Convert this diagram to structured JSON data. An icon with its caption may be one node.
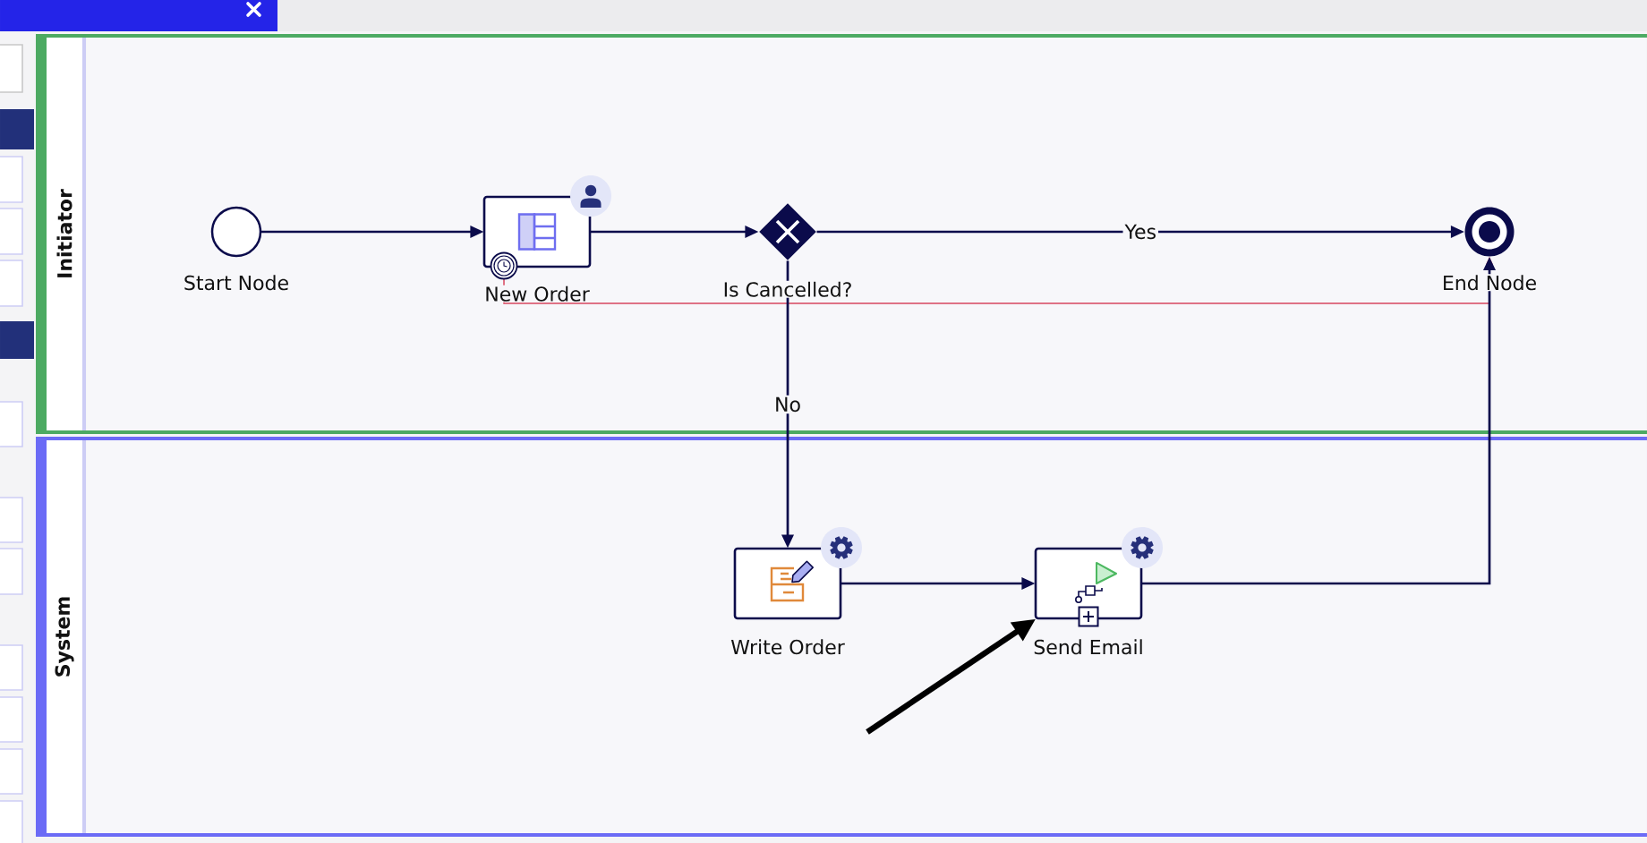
{
  "diagram": {
    "nodes": [
      {
        "text": [
          "Initiator"
        ]
      },
      {
        "text": [
          "System"
        ]
      },
      {
        "text": [
          "Start Node"
        ],
        "in": 0
      },
      {
        "text": [
          "New Order"
        ],
        "in": 0
      },
      {
        "text": [],
        "shape": "circle",
        "in": 3
      },
      {
        "text": [
          "Is Cancelled?"
        ],
        "in": 0
      },
      {
        "text": [
          "End Node"
        ],
        "in": 0
      },
      {
        "text": [
          "Write Order"
        ],
        "in": 1
      },
      {
        "text": [
          "Send Email"
        ],
        "in": 1
      }
    ],
    "edges": [
      {
        "from": 2,
        "to": 3,
        "arrow": "to"
      },
      {
        "from": 3,
        "to": 5,
        "arrow": "to"
      },
      {
        "from": 5,
        "to": 6,
        "arrow": "to",
        "label": "Yes"
      },
      {
        "from": 5,
        "to": 7,
        "arrow": "to",
        "label": "No"
      },
      {
        "from": 7,
        "to": 8,
        "arrow": "to"
      },
      {
        "from": 8,
        "to": 6,
        "arrow": "to"
      },
      {
        "from": 4,
        "to": 6,
        "arrow": "to",
        "color": "#d8475f"
      },
      {
        "from": null,
        "to": 8,
        "arrow": "to",
        "style": "thick",
        "color": "#000000"
      }
    ]
  }
}
